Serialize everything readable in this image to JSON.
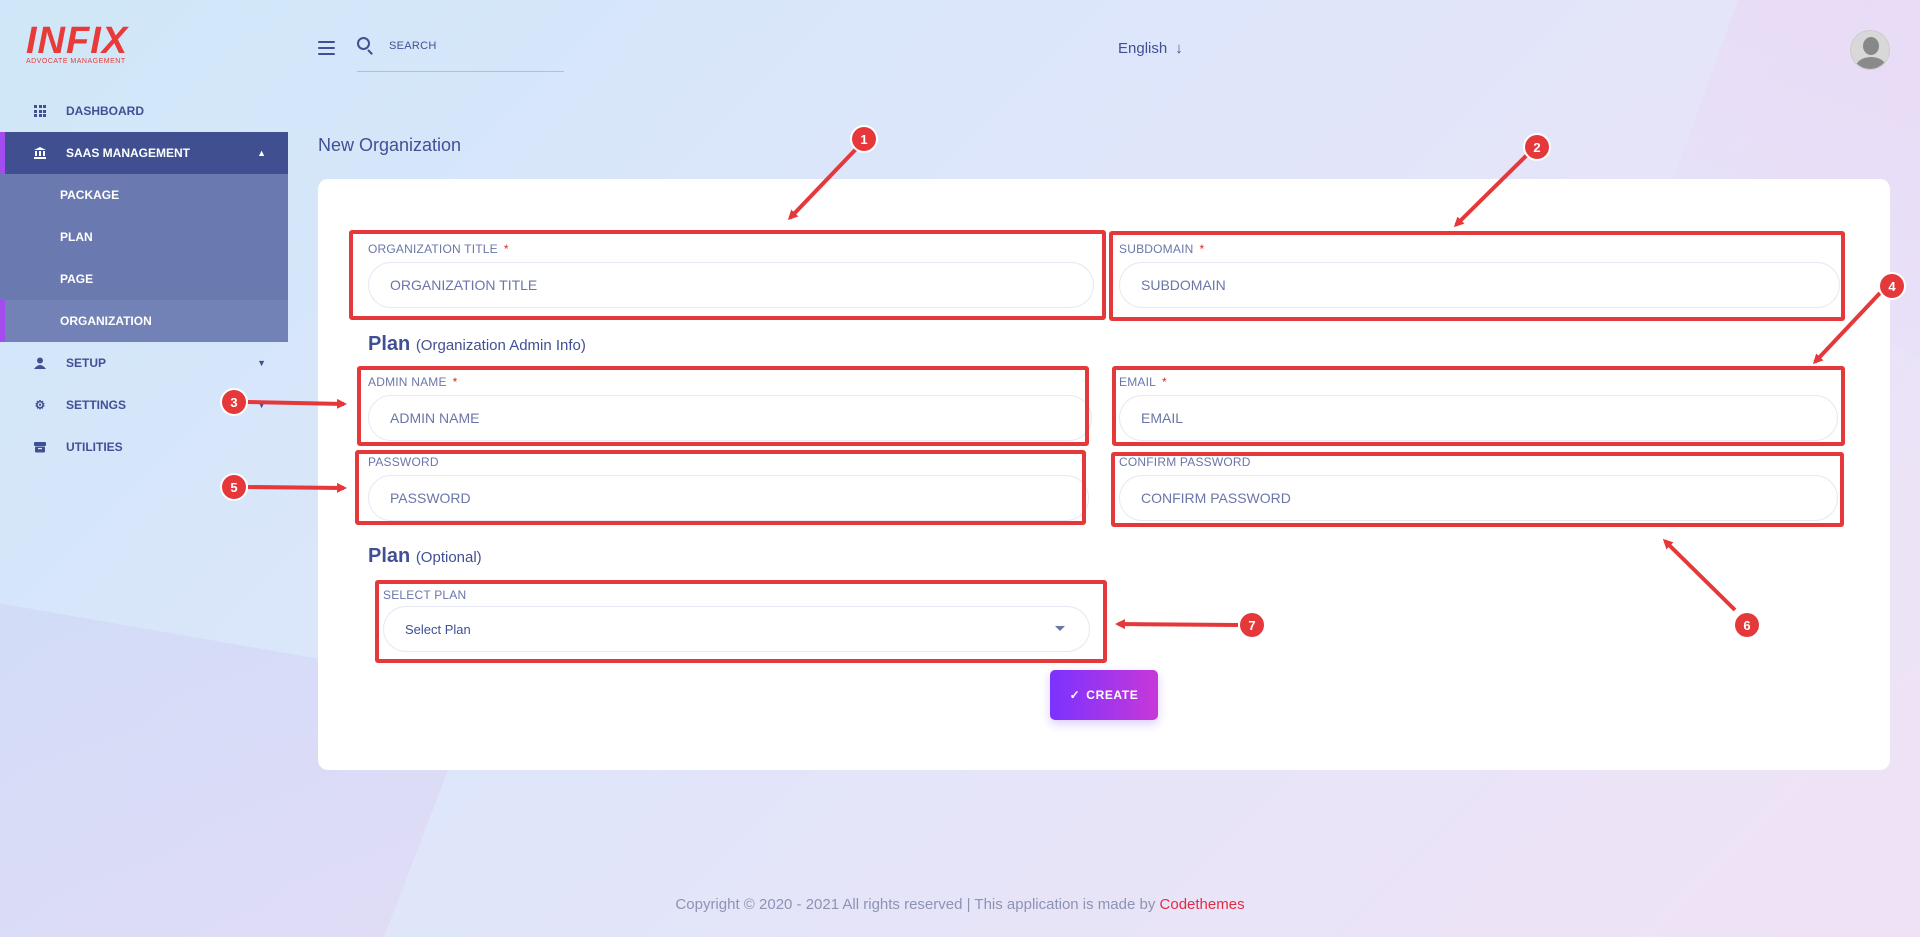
{
  "brand": {
    "logo_text": "INFIX",
    "logo_sub": "ADVOCATE MANAGEMENT",
    "color": "#e93a3a"
  },
  "sidebar": {
    "items": [
      {
        "label": "DASHBOARD",
        "icon": "grid-icon"
      },
      {
        "label": "SAAS MANAGEMENT",
        "icon": "bank-icon",
        "expanded": true
      },
      {
        "label": "SETUP",
        "icon": "user-icon"
      },
      {
        "label": "SETTINGS",
        "icon": "gear-icon"
      },
      {
        "label": "UTILITIES",
        "icon": "archive-icon"
      }
    ],
    "submenu": [
      {
        "label": "PACKAGE"
      },
      {
        "label": "PLAN"
      },
      {
        "label": "PAGE"
      },
      {
        "label": "ORGANIZATION",
        "active": true
      }
    ]
  },
  "header": {
    "search_placeholder": "SEARCH",
    "language": "English"
  },
  "page": {
    "title": "New Organization",
    "fields": {
      "org_title": {
        "label": "ORGANIZATION TITLE",
        "placeholder": "ORGANIZATION TITLE",
        "required": "*"
      },
      "subdomain": {
        "label": "SUBDOMAIN",
        "placeholder": "SUBDOMAIN",
        "required": "*"
      },
      "admin_name": {
        "label": "ADMIN NAME",
        "placeholder": "ADMIN NAME",
        "required": "*"
      },
      "email": {
        "label": "EMAIL",
        "placeholder": "EMAIL",
        "required": "*"
      },
      "password": {
        "label": "PASSWORD",
        "placeholder": "PASSWORD"
      },
      "confirm_password": {
        "label": "CONFIRM PASSWORD",
        "placeholder": "CONFIRM PASSWORD"
      },
      "plan_select": {
        "label": "SELECT PLAN",
        "value": "Select Plan"
      }
    },
    "section_admin": {
      "title": "Plan",
      "subtitle": "(Organization Admin Info)"
    },
    "section_plan": {
      "title": "Plan",
      "subtitle": "(Optional)"
    },
    "create_button": {
      "label": "CREATE",
      "icon": "✓"
    }
  },
  "annotations": {
    "badges": [
      "1",
      "2",
      "3",
      "4",
      "5",
      "6",
      "7"
    ],
    "color": "#e5383b"
  },
  "footer": {
    "text": "Copyright © 2020 - 2021 All rights reserved | This application is made by ",
    "link": "Codethemes"
  }
}
